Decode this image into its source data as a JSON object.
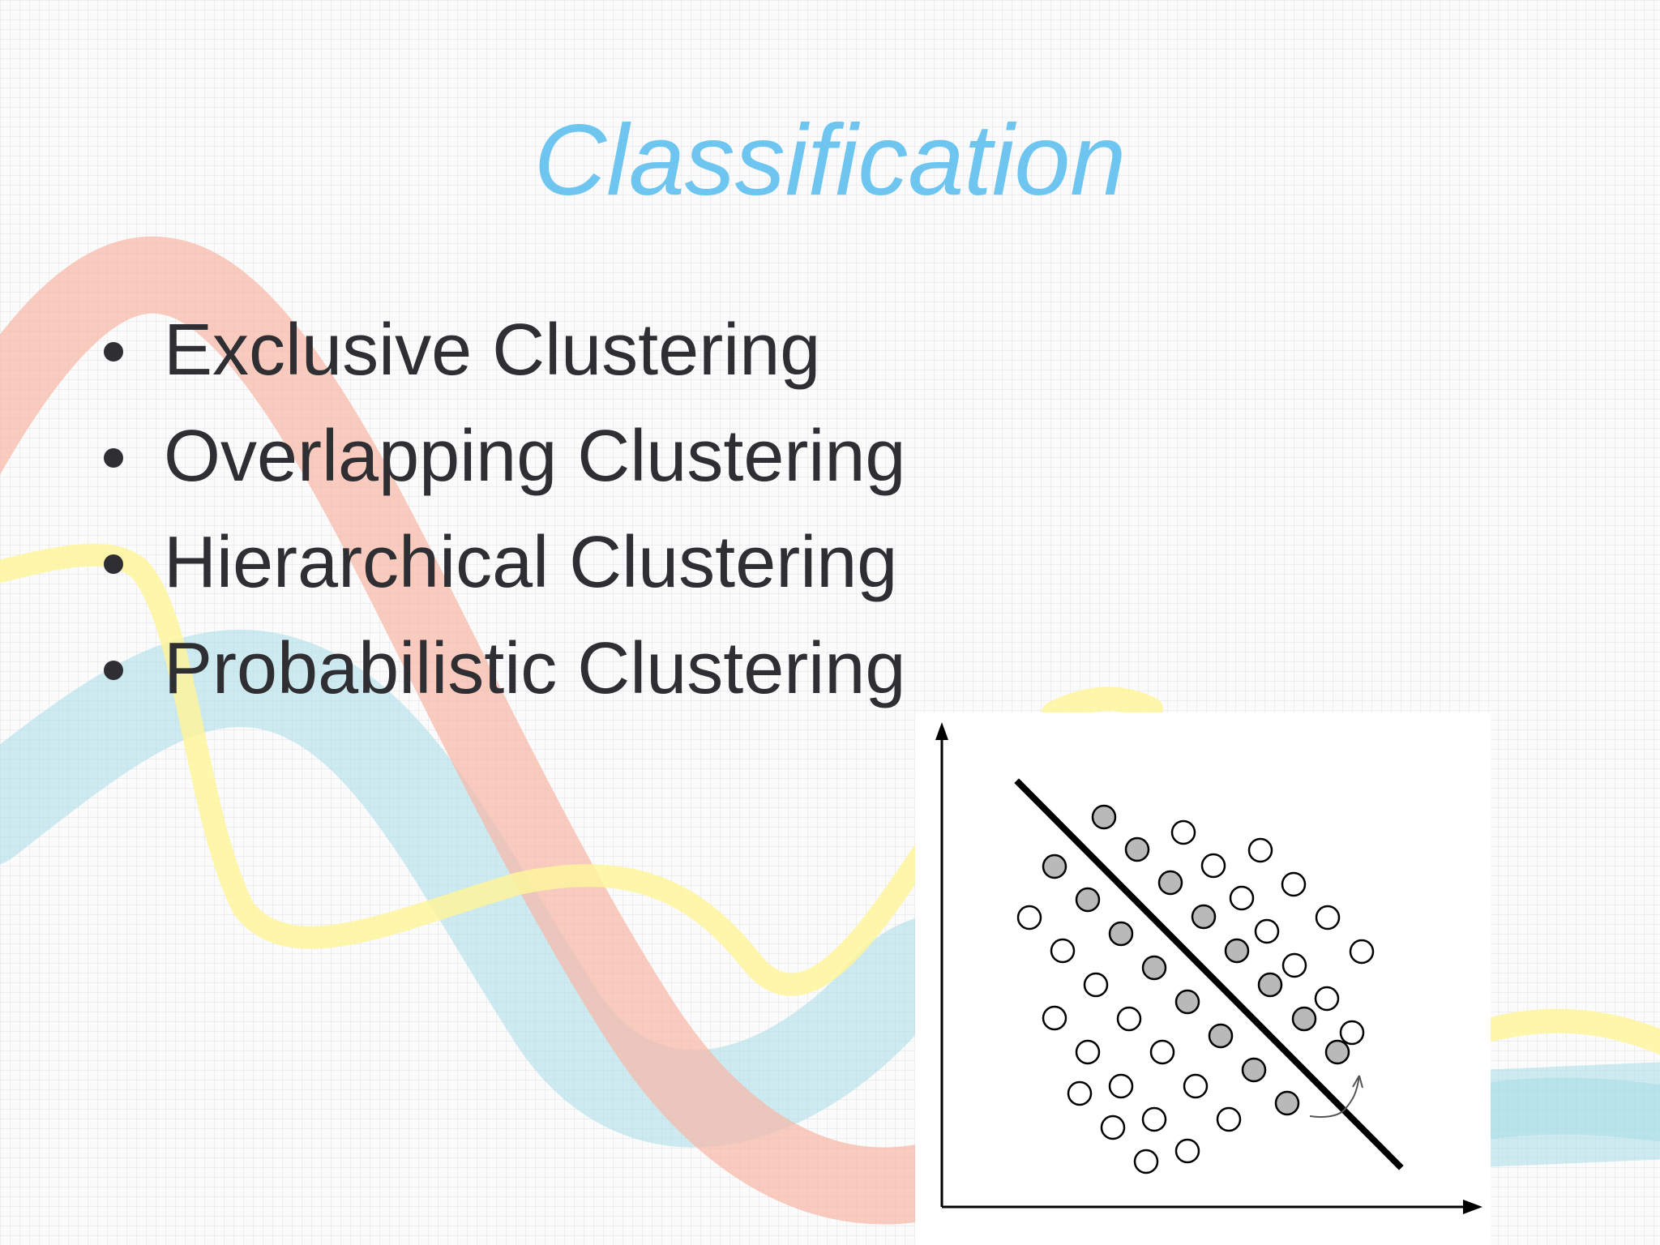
{
  "slide": {
    "title": "Classification",
    "bullets": [
      "Exclusive Clustering",
      "Overlapping Clustering",
      "Hierarchical Clustering",
      "Probabilistic Clustering"
    ]
  },
  "figure": {
    "description_icon": "scatter-diagram-with-separating-line",
    "filled_point_color": "#b9b9b9",
    "empty_point_color": "#ffffff",
    "stroke_color": "#000000"
  },
  "theme": {
    "title_color": "#6ec6f0",
    "text_color": "#2e2e33",
    "wave_colors": [
      "#f8b7a5",
      "#fdf59c",
      "#a8dce8"
    ]
  }
}
